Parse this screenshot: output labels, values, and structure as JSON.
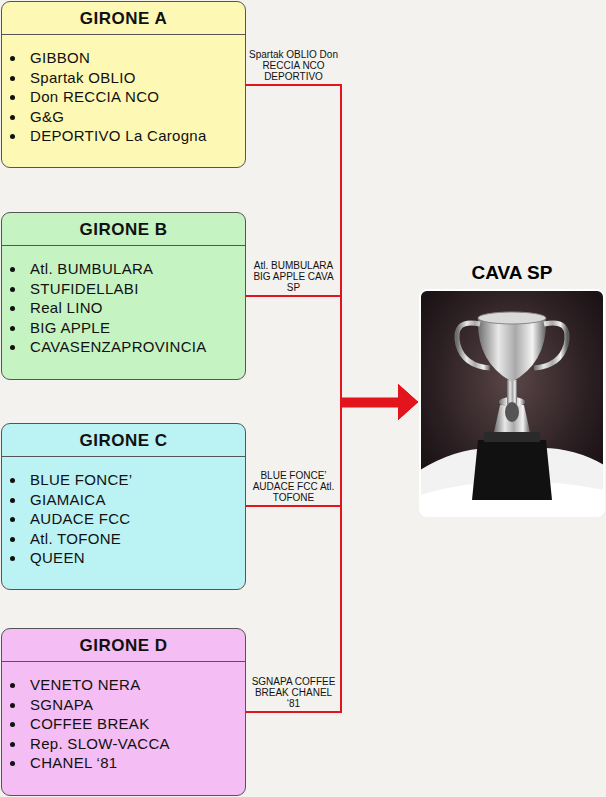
{
  "diagram": {
    "nodes": [
      {
        "text": [
          "GIRONE A",
          "GIBBON",
          "Spartak OBLIO",
          "Don RECCIA NCO",
          "G&G",
          "DEPORTIVO La Carogna"
        ]
      },
      {
        "text": [
          "GIRONE B",
          "Atl. BUMBULARA",
          "STUFIDELLABI",
          "Real LINO",
          "BIG APPLE",
          "CAVASENZAPROVINCIA"
        ]
      },
      {
        "text": [
          "GIRONE C",
          "BLUE FONCE’",
          "GIAMAICA",
          "AUDACE FCC",
          "Atl. TOFONE",
          "QUEEN"
        ]
      },
      {
        "text": [
          "GIRONE D",
          "VENETO NERA",
          "SGNAPA",
          "COFFEE BREAK",
          "Rep. SLOW-VACCA",
          "CHANEL ‘81"
        ]
      },
      {
        "text": [
          "CAVA SP"
        ]
      }
    ],
    "edges": [
      {
        "from": 0,
        "to": 4,
        "arrow": "to",
        "label": "Spartak OBLIO Don RECCIA NCO DEPORTIVO"
      },
      {
        "from": 1,
        "to": 4,
        "arrow": "to",
        "label": "Atl. BUMBULARA BIG APPLE CAVA SP"
      },
      {
        "from": 2,
        "to": 4,
        "arrow": "to",
        "label": "BLUE FONCE’ AUDACE FCC Atl. TOFONE"
      },
      {
        "from": 3,
        "to": 4,
        "arrow": "to",
        "label": "SGNAPA COFFEE BREAK CHANEL ‘81"
      }
    ]
  }
}
